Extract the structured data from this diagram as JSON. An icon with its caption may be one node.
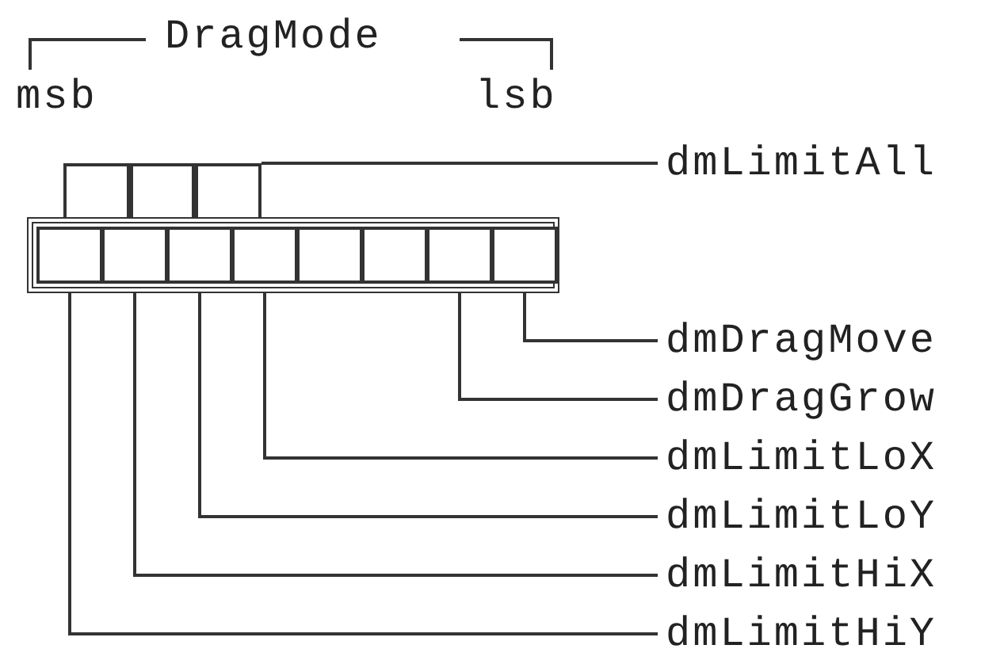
{
  "diagram": {
    "nodes": [
      {
        "text": [],
        "shape": "box"
      },
      {
        "text": [],
        "shape": "box"
      },
      {
        "text": [],
        "shape": "box"
      },
      {
        "text": [
          "dmLimitAll"
        ]
      },
      {
        "text": [],
        "shape": "box"
      },
      {
        "text": [],
        "shape": "box",
        "in": 4
      },
      {
        "text": [],
        "shape": "box",
        "in": 4
      },
      {
        "text": [],
        "shape": "box",
        "in": 4
      },
      {
        "text": [],
        "shape": "box",
        "in": 4
      },
      {
        "text": [],
        "shape": "box",
        "in": 4
      },
      {
        "text": [],
        "shape": "box",
        "in": 4
      },
      {
        "text": [],
        "shape": "box",
        "in": 4
      },
      {
        "text": [],
        "shape": "box",
        "in": 4
      },
      {
        "text": [
          "dmDragMove"
        ]
      },
      {
        "text": [
          "dmDragGrow"
        ]
      },
      {
        "text": [
          "dmLimitLoX"
        ]
      },
      {
        "text": [
          "dmLimitLoY"
        ]
      },
      {
        "text": [
          "dmLimitHiX"
        ]
      },
      {
        "text": [
          "dmLimitHiY"
        ]
      }
    ],
    "edges": [
      {
        "from": 3,
        "to": 2,
        "arrow": "none"
      },
      {
        "from": 13,
        "to": 12,
        "arrow": "none"
      },
      {
        "from": 14,
        "to": 11,
        "arrow": "none"
      },
      {
        "from": 15,
        "to": 8,
        "arrow": "none"
      },
      {
        "from": 16,
        "to": 7,
        "arrow": "none"
      },
      {
        "from": 17,
        "to": 6,
        "arrow": "none"
      },
      {
        "from": 18,
        "to": 5,
        "arrow": "none"
      }
    ],
    "labels": [
      "DragMode",
      "msb",
      "lsb"
    ]
  }
}
